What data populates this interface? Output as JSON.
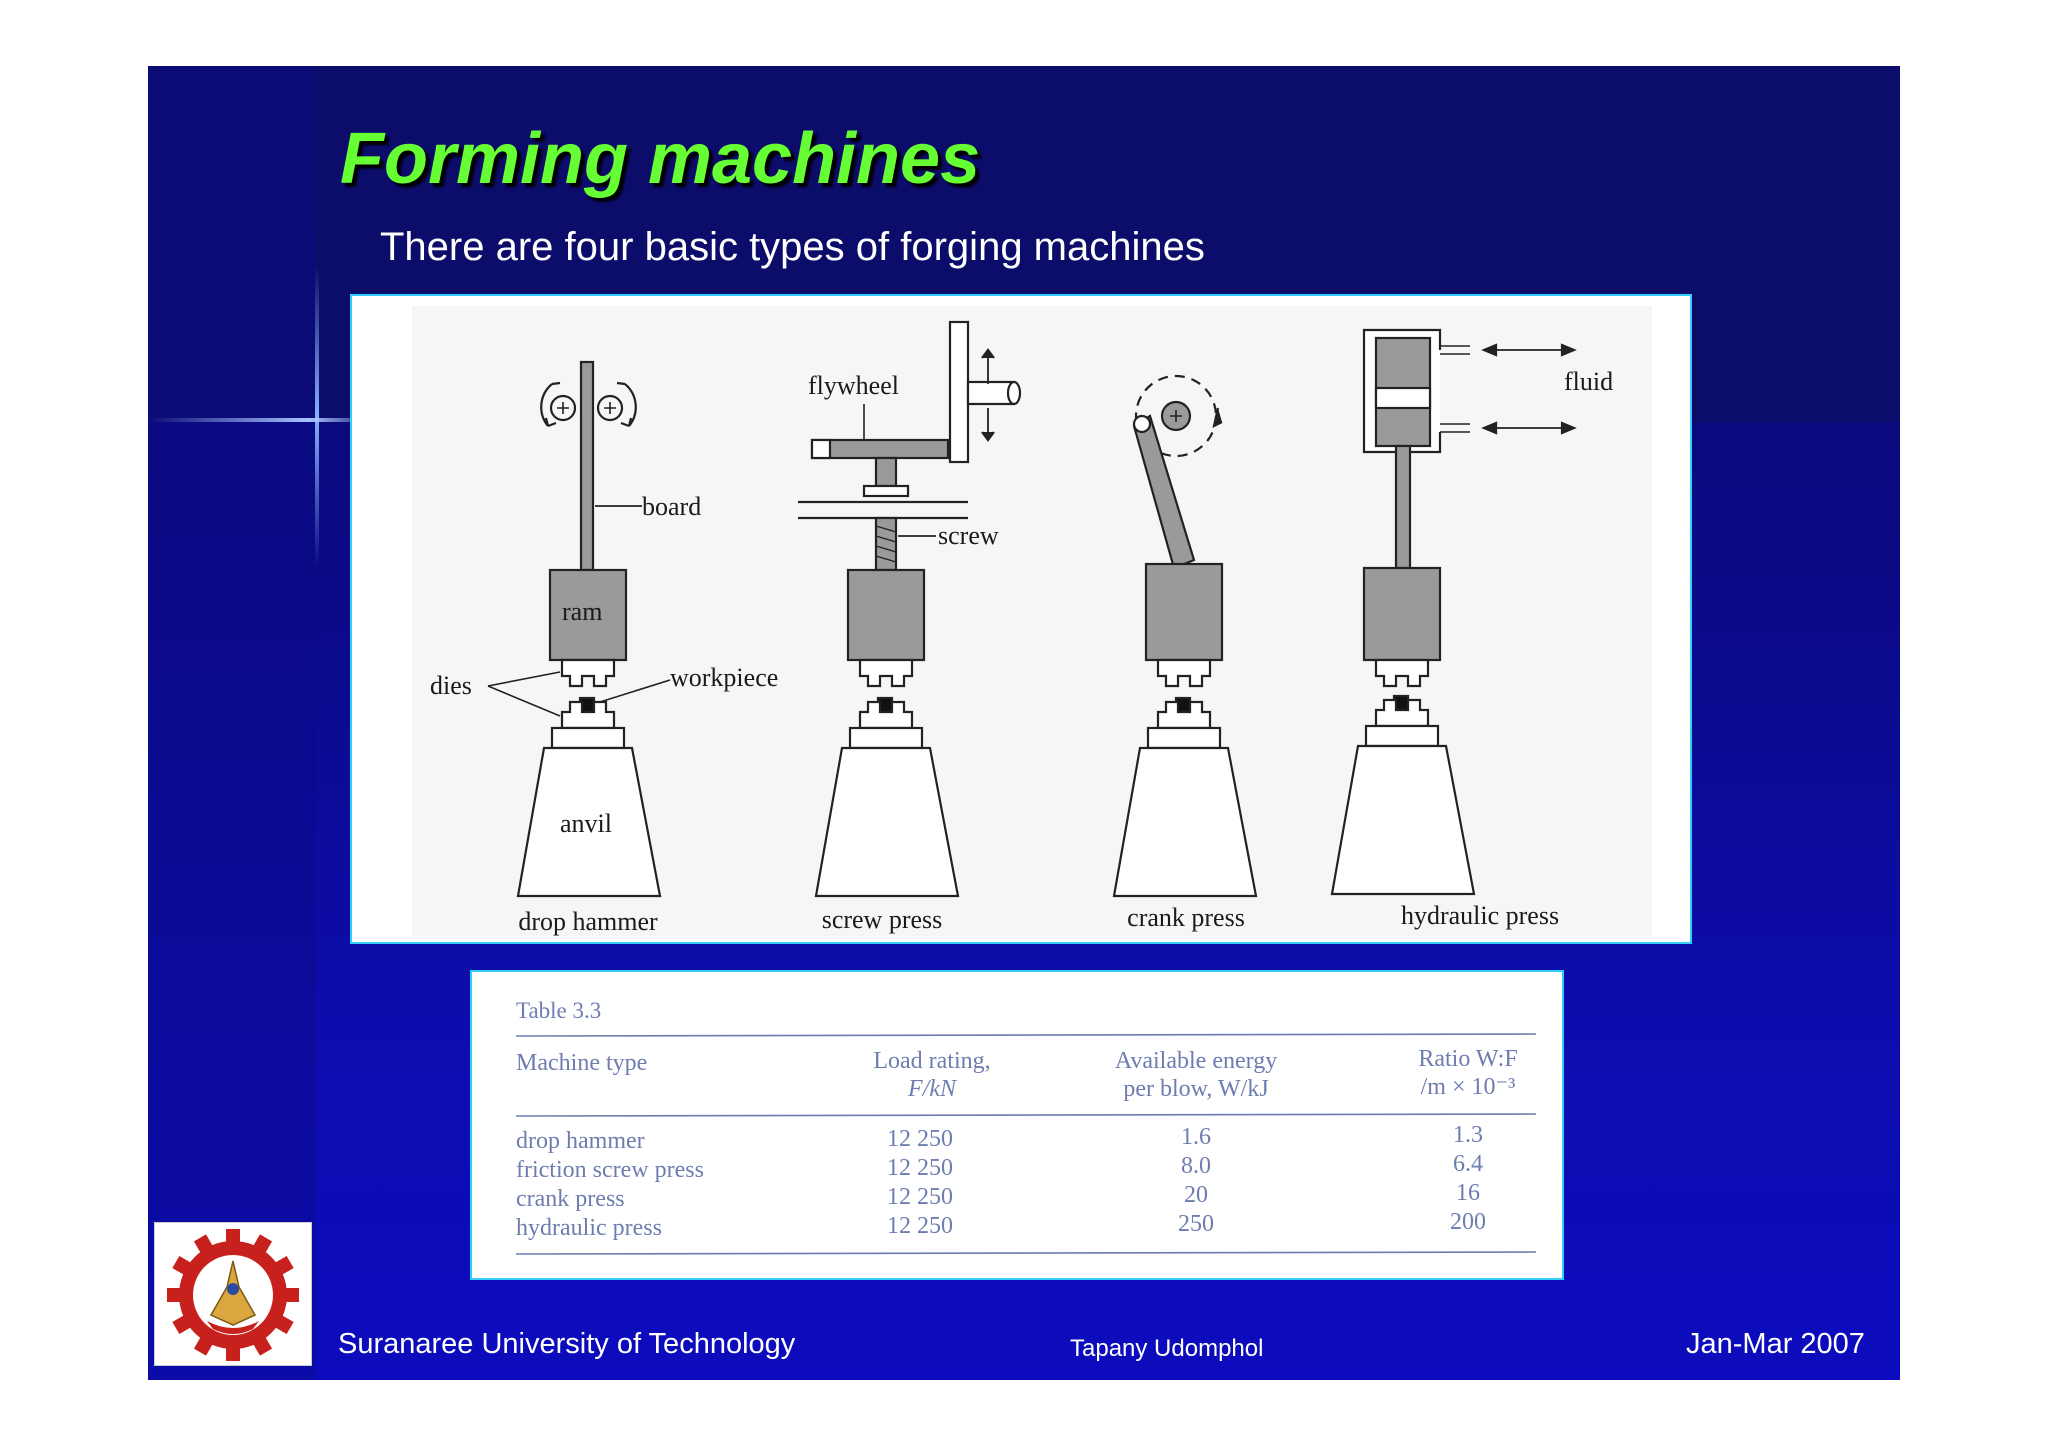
{
  "slide": {
    "title": "Forming machines",
    "subtitle": "There are four basic types of forging machines"
  },
  "figure": {
    "labels": {
      "board": "board",
      "ram": "ram",
      "dies": "dies",
      "workpiece": "workpiece",
      "anvil": "anvil",
      "flywheel": "flywheel",
      "screw": "screw",
      "fluid": "fluid"
    },
    "machines": [
      "drop hammer",
      "screw press",
      "crank press",
      "hydraulic press"
    ]
  },
  "table": {
    "caption": "Table 3.3",
    "headers": [
      {
        "line1": "Machine type",
        "line2": ""
      },
      {
        "line1": "Load rating,",
        "line2": "F/kN"
      },
      {
        "line1": "Available energy",
        "line2": "per blow, W/kJ"
      },
      {
        "line1": "Ratio W:F",
        "line2": "/m × 10⁻³"
      }
    ],
    "rows": [
      [
        "drop hammer",
        "12 250",
        "1.6",
        "1.3"
      ],
      [
        "friction screw press",
        "12 250",
        "8.0",
        "6.4"
      ],
      [
        "crank press",
        "12 250",
        "20",
        "16"
      ],
      [
        "hydraulic press",
        "12 250",
        "250",
        "200"
      ]
    ]
  },
  "footer": {
    "left": "Suranaree University of Technology",
    "center": "Tapany  Udomphol",
    "right": "Jan-Mar   2007"
  },
  "colors": {
    "title": "#66ff33",
    "background": "#0a0a86",
    "frame": "#33ccff",
    "table_text": "#6e7db0"
  },
  "icons": {
    "logo": "gear-emblem-icon"
  }
}
